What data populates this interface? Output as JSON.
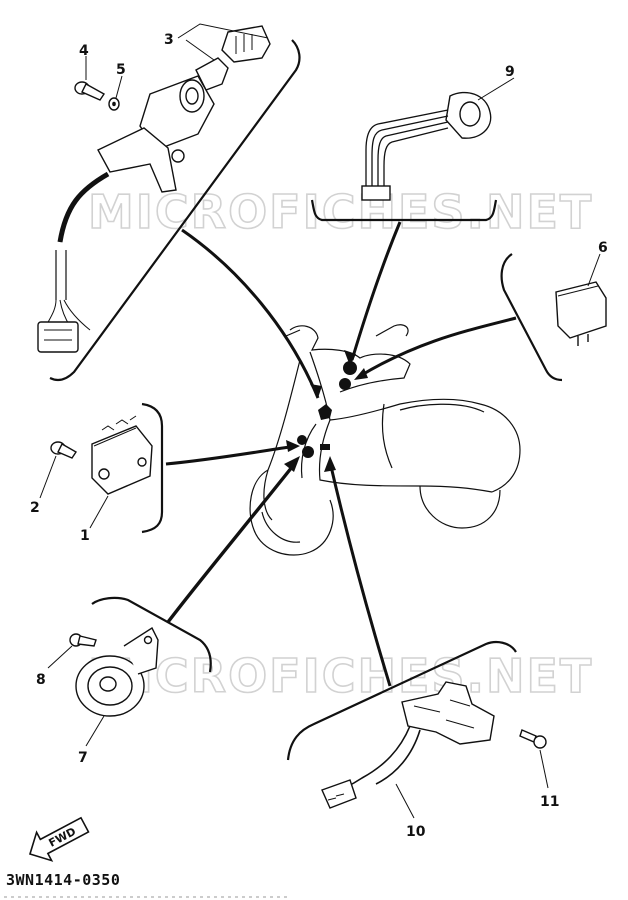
{
  "diagram": {
    "callouts": [
      {
        "id": "c1",
        "label": "1"
      },
      {
        "id": "c2",
        "label": "2"
      },
      {
        "id": "c3",
        "label": "3"
      },
      {
        "id": "c4",
        "label": "4"
      },
      {
        "id": "c5",
        "label": "5"
      },
      {
        "id": "c6",
        "label": "6"
      },
      {
        "id": "c7",
        "label": "7"
      },
      {
        "id": "c8",
        "label": "8"
      },
      {
        "id": "c9",
        "label": "9"
      },
      {
        "id": "c10",
        "label": "10"
      },
      {
        "id": "c11",
        "label": "11"
      }
    ],
    "watermark_top": "MICROFICHES.NET",
    "watermark_bottom": "MICROFICHES.NET",
    "fwd_label": "FWD",
    "drawing_code": "3WN1414-0350"
  },
  "colors": {
    "ink": "#111111",
    "watermark": "#d2d2d2",
    "background": "#ffffff"
  }
}
